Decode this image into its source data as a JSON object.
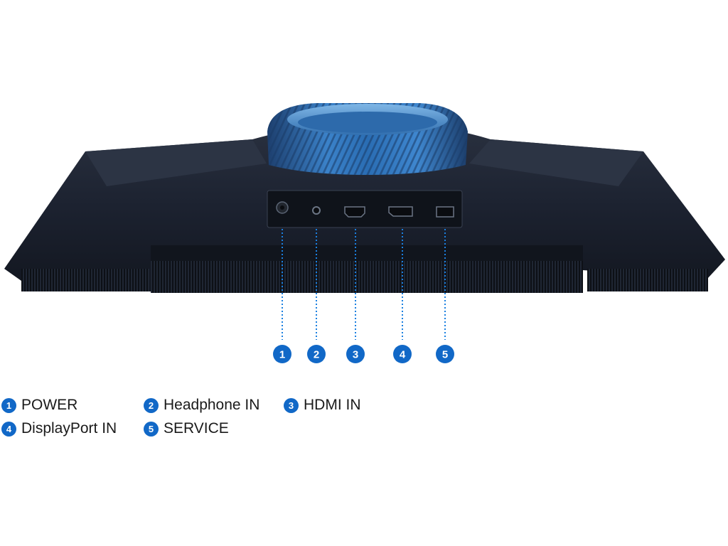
{
  "colors": {
    "accent": "#1168c7",
    "monitor_body": "#1c2230",
    "stand_ring": "#2f6fb5",
    "background": "#ffffff"
  },
  "ports": [
    {
      "number": "1",
      "label": "POWER",
      "icon": "power-port-icon"
    },
    {
      "number": "2",
      "label": "Headphone IN",
      "icon": "headphone-port-icon"
    },
    {
      "number": "3",
      "label": "HDMI IN",
      "icon": "hdmi-port-icon"
    },
    {
      "number": "4",
      "label": "DisplayPort IN",
      "icon": "displayport-port-icon"
    },
    {
      "number": "5",
      "label": "SERVICE",
      "icon": "usb-service-port-icon"
    }
  ]
}
